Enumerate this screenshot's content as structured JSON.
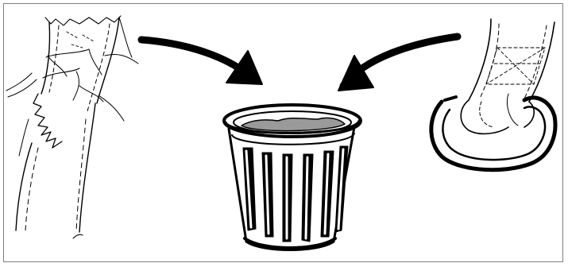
{
  "illustration": {
    "items": [
      {
        "name": "worn-frayed-webbing-strap"
      },
      {
        "name": "trash-can"
      },
      {
        "name": "webbing-strap-with-d-ring"
      }
    ],
    "arrows": [
      {
        "from": "worn-frayed-webbing-strap",
        "to": "trash-can"
      },
      {
        "from": "webbing-strap-with-d-ring",
        "to": "trash-can"
      }
    ],
    "colors": {
      "line": "#000000",
      "fill": "#ffffff",
      "trash_contents": "#9a9a9a",
      "frame": "#7f7f7f"
    }
  }
}
